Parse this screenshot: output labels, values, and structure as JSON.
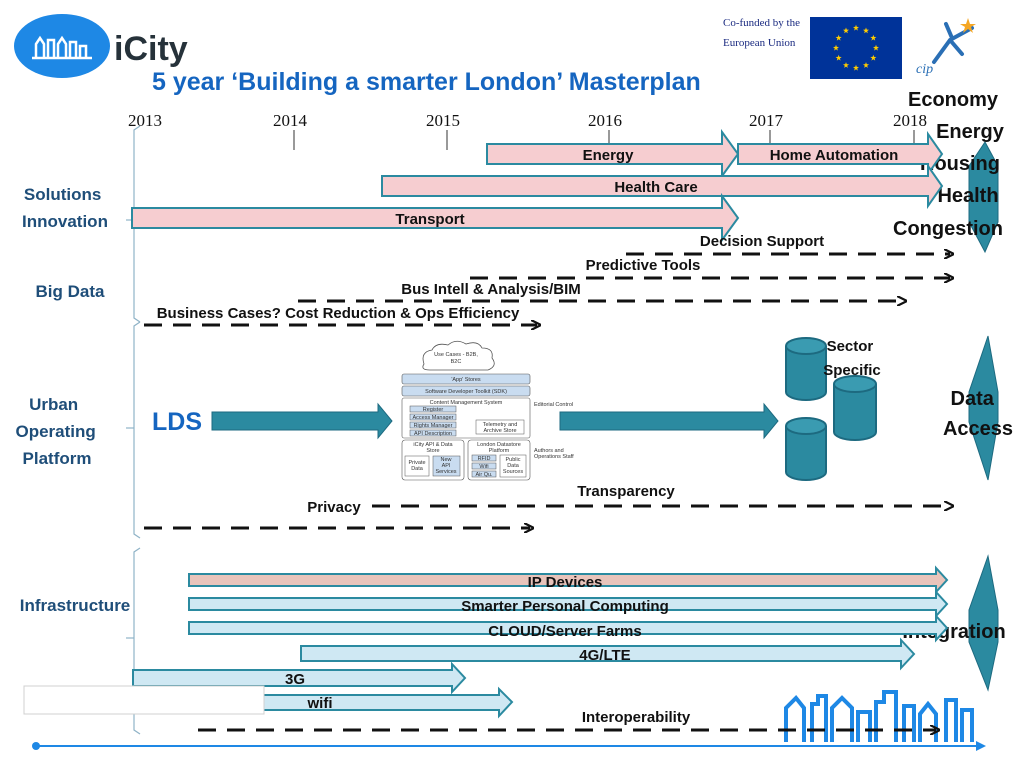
{
  "header": {
    "logo_text": "iCity",
    "title": "5 year ‘Building a smarter London’ Masterplan",
    "cofunded_line1": "Co-funded by the",
    "cofunded_line2": "European Union",
    "cip_logo_text": "cip"
  },
  "timeline": {
    "years": [
      "2013",
      "2014",
      "2015",
      "2016",
      "2017",
      "2018"
    ]
  },
  "categories": {
    "solutions": [
      "Solutions",
      "Innovation"
    ],
    "big_data": "Big Data",
    "uop": [
      "Urban",
      "Operating",
      "Platform"
    ],
    "infrastructure": "Infrastructure"
  },
  "outcomes": {
    "sectors": [
      "Economy",
      "Energy",
      "Housing",
      "Health",
      "Congestion"
    ],
    "data_access": [
      "Data",
      "Access"
    ],
    "integration": "Integration"
  },
  "solutions_arrows": {
    "energy": "Energy",
    "home_automation": "Home Automation",
    "health_care": "Health Care",
    "transport": "Transport"
  },
  "big_data_lines": {
    "decision_support": "Decision Support",
    "predictive_tools": "Predictive Tools",
    "bus_intell": "Bus Intell & Analysis/BIM",
    "business_cases": "Business Cases? Cost Reduction & Ops Efficiency"
  },
  "platform": {
    "lds": "LDS",
    "sector_specific": [
      "Sector",
      "Specific"
    ],
    "transparency": "Transparency",
    "privacy": "Privacy",
    "diagram_labels": {
      "cloud": [
        "Use Cases - B2B,",
        "B2C"
      ],
      "app_stores": "'App' Stores",
      "sdk": "Software Developer Toolkit (SDK)",
      "cms": "Content Management System",
      "register": "Register",
      "access_manager": "Access Manager",
      "rights_manager": "Rights Manager",
      "api_description": "API Description",
      "telemetry": [
        "Telemetry and",
        "Archive Store"
      ],
      "editorial": "Editorial Control",
      "icity_store": [
        "iCity API & Data",
        "Store"
      ],
      "datastore_platform": [
        "London Datastore",
        "Platform"
      ],
      "private_data": [
        "Private",
        "Data"
      ],
      "new_api": [
        "New",
        "API",
        "Services"
      ],
      "rfid": "RFID",
      "wifi": "Wifi",
      "airqu": "Air Qu.",
      "public_data": [
        "Public",
        "Data",
        "Sources"
      ],
      "authors": [
        "Authors and",
        "Operations Staff"
      ]
    }
  },
  "infrastructure_arrows": {
    "ip_devices": "IP Devices",
    "personal_computing": "Smarter Personal Computing",
    "cloud": "CLOUD/Server Farms",
    "lte": "4G/LTE",
    "g3": "3G",
    "wifi": "wifi",
    "interoperability": "Interoperability"
  },
  "colors": {
    "teal": "#2b8aa0",
    "teal_dark": "#1d6a80",
    "pink": "#f6cdd0",
    "light_blue": "#cfe8f3",
    "rose_brown": "#e8c4bb",
    "title_blue": "#1565c0",
    "category_blue": "#1f4e79"
  }
}
